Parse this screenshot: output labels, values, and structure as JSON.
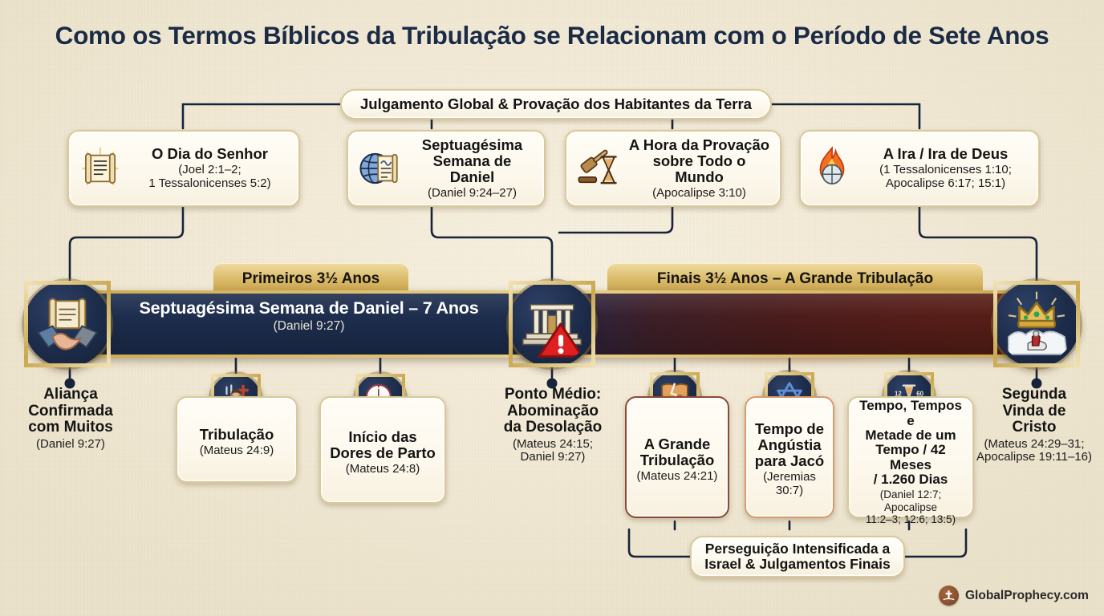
{
  "title": "Como os Termos Bíblicos da Tribulação se Relacionam com o Período de Sete Anos",
  "banner": {
    "label": "Julgamento Global & Provação dos Habitantes da Terra"
  },
  "top_cards": [
    {
      "icon": "scroll-rays-icon",
      "title": "O Dia do Senhor",
      "ref": "(Joel 2:1–2;\n1 Tessalonicenses 5:2)"
    },
    {
      "icon": "globe-scroll-icon",
      "title": "Septuagésima\nSemana de Daniel",
      "ref": "(Daniel 9:24–27)"
    },
    {
      "icon": "gavel-hourglass-icon",
      "title": "A Hora da Provação\nsobre Todo o Mundo",
      "ref": "(Apocalipse 3:10)"
    },
    {
      "icon": "flame-globe-icon",
      "title": "A Ira / Ira de Deus",
      "ref": "(1 Tessalonicenses 1:10;\nApocalipse 6:17; 15:1)"
    }
  ],
  "timeline": {
    "bar_title": "Septuagésima Semana de Daniel – 7 Anos",
    "bar_ref": "(Daniel 9:27)",
    "phase_left": "Primeiros 3½ Anos",
    "phase_right": "Finais 3½ Anos – A Grande Tribulação",
    "medallion_left": "handshake-scroll-icon",
    "medallion_mid": "temple-warning-icon",
    "medallion_right": "crown-rider-icon"
  },
  "end_labels": {
    "left": {
      "title": "Aliança\nConfirmada\ncom Muitos",
      "ref": "(Daniel 9:27)"
    },
    "mid": {
      "title": "Ponto Médio:\nAbominação\nda Desolação",
      "ref": "(Mateus 24:15;\nDaniel 9:27)"
    },
    "right": {
      "title": "Segunda\nVinda de\nCristo",
      "ref": "(Mateus 24:29–31;\nApocalipse 19:11–16)"
    }
  },
  "bottom_cards": [
    {
      "icon": "praying-person-cross-icon",
      "title": "Tribulação",
      "ref": "(Mateus 24:9)",
      "accent": ""
    },
    {
      "icon": "clock-heart-icon",
      "title": "Início das\nDores de Parto",
      "ref": "(Mateus 24:8)",
      "accent": ""
    },
    {
      "icon": "broken-shield-icon",
      "title": "A Grande\nTribulação",
      "ref": "(Mateus 24:21)",
      "accent": "red"
    },
    {
      "icon": "star-of-david-icon",
      "title": "Tempo de\nAngústia\npara Jacó",
      "ref": "(Jeremias 30:7)",
      "accent": "orange"
    },
    {
      "icon": "hourglass-1260-icon",
      "title": "Tempo, Tempos e\nMetade de um\nTempo / 42 Meses\n/ 1.260 Dias",
      "ref": "(Daniel 12:7; Apocalipse\n11:2–3; 12:6; 13:5)",
      "accent": ""
    }
  ],
  "bottom_bracket": {
    "line1": "Perseguição Intensificada a",
    "line2": "Israel & Julgamentos Finais"
  },
  "logo": {
    "icon": "cross-book-icon",
    "text": "GlobalProphecy.com"
  },
  "colors": {
    "background": "#f1e9d5",
    "title_navy": "#1c2b44",
    "gold": "#c9a84f",
    "bar_navy": "#1d2d4d",
    "bar_maroon": "#5a1f17",
    "glow_orange": "#ff7832",
    "card_cream": "#fdf8ec",
    "logo_brown": "#8a5130"
  }
}
